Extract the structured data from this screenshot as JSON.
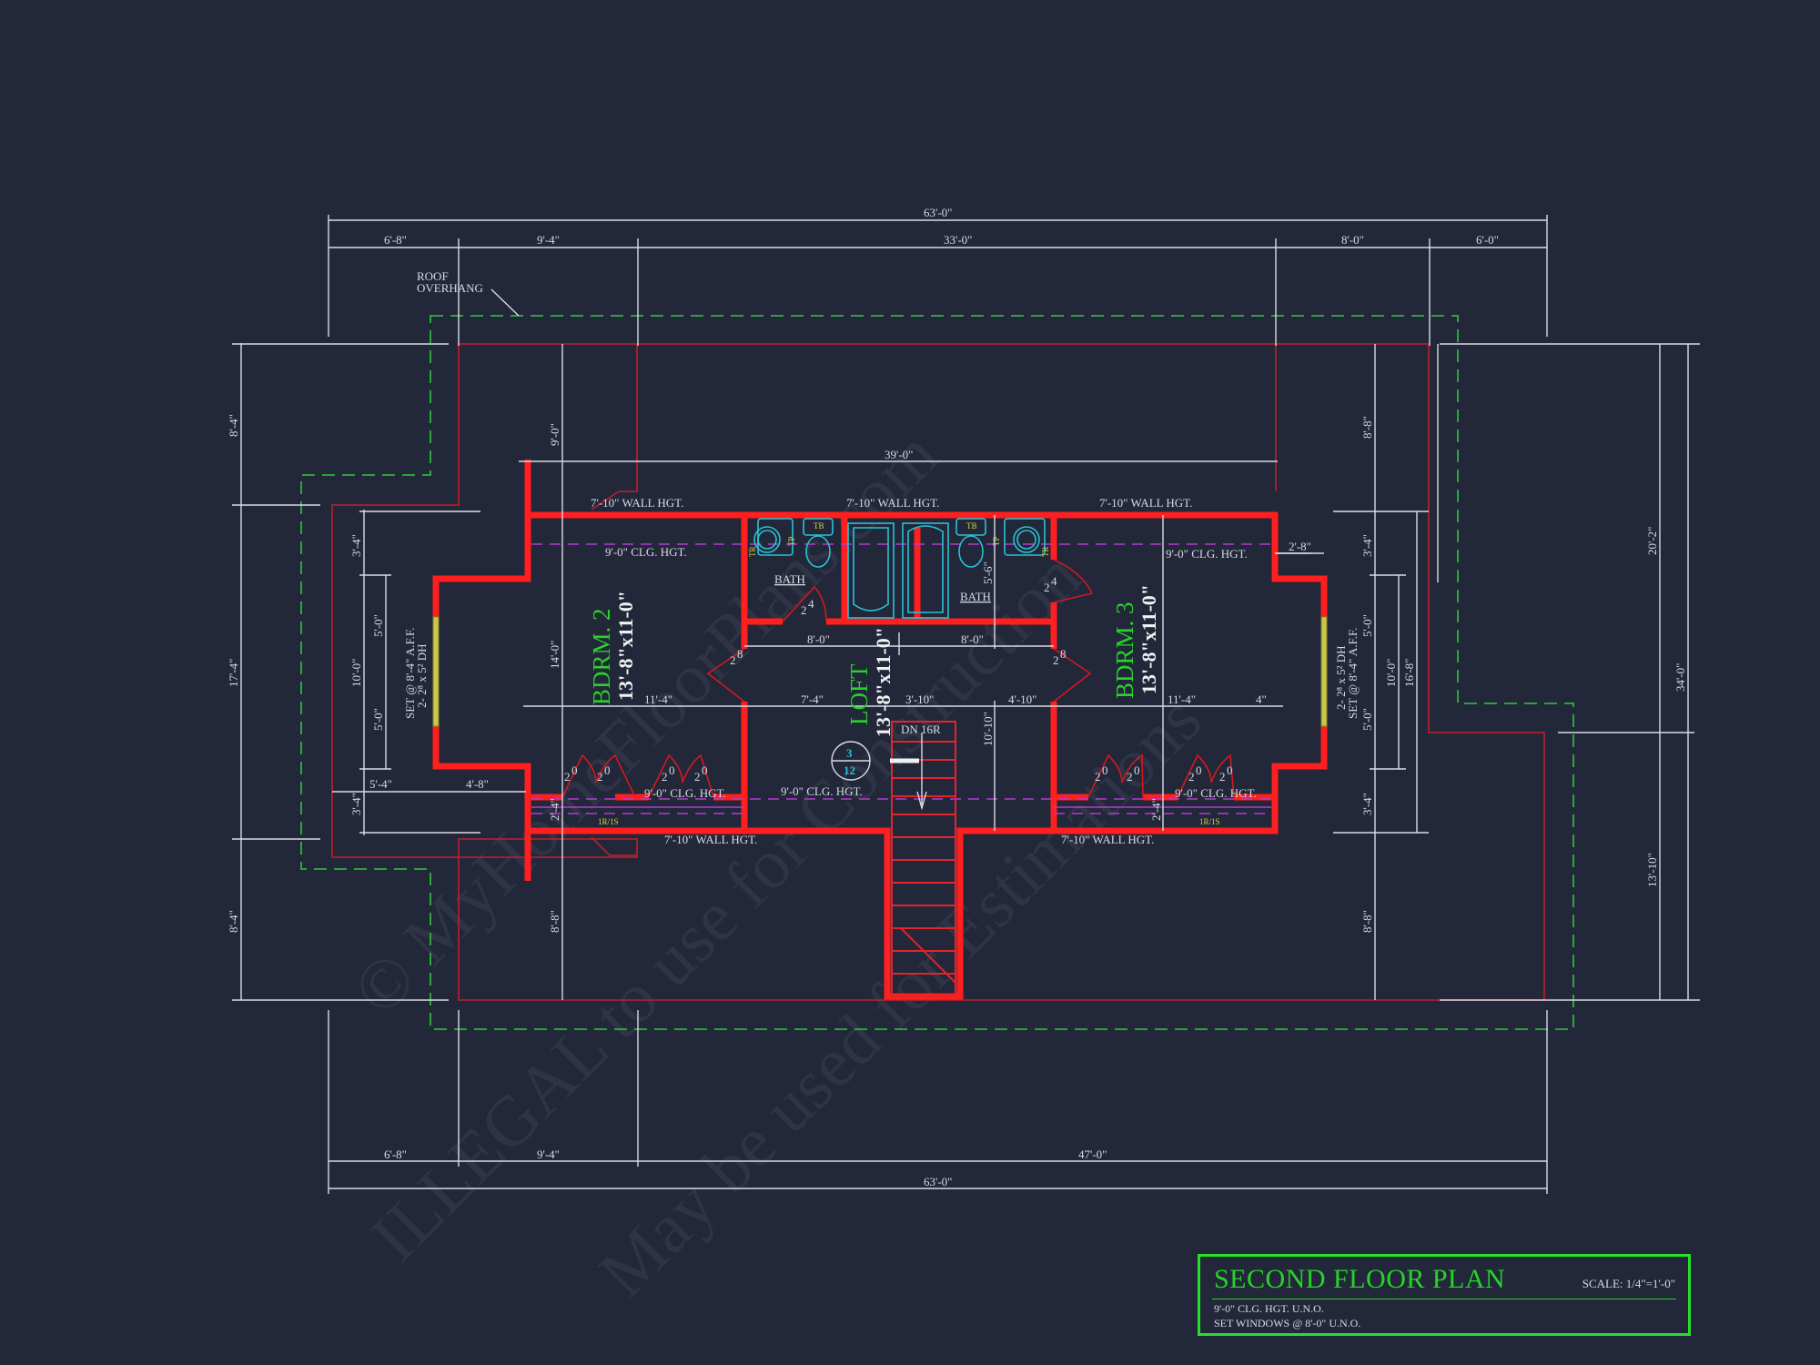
{
  "title_block": {
    "title": "SECOND FLOOR PLAN",
    "scale": "SCALE: 1/4\"=1'-0\"",
    "note1": "9'-0\" CLG. HGT. U.N.O.",
    "note2": "SET WINDOWS @ 8'-0\" U.N.O."
  },
  "colors": {
    "background": "#22273a",
    "walls": "#ff1f1f",
    "roof_overhang": "#2fb43a",
    "dimensions": "#d9dbe2",
    "room_names": "#29d229",
    "fixtures": "#27c3d2",
    "ceiling_lines": "#b43ccf"
  },
  "dimensions": {
    "top": {
      "overall": "63'-0\"",
      "segments": [
        "6'-8\"",
        "9'-4\"",
        "33'-0\"",
        "8'-0\"",
        "6'-0\""
      ]
    },
    "bottom": {
      "segments": [
        "6'-8\"",
        "9'-4\"",
        "47'-0\""
      ],
      "overall": "63'-0\""
    },
    "left_outer": [
      "8'-4\"",
      "17'-4\"",
      "8'-4\""
    ],
    "left_inner": [
      "3'-4\"",
      "10'-0\"",
      "3'-4\""
    ],
    "left_window": [
      "5'-0\"",
      "5'-0\""
    ],
    "left_jog": [
      "5'-4\"",
      "4'-8\""
    ],
    "right_outer": [
      "20'-2\"",
      "13'-10\""
    ],
    "right_overall": "34'-0\"",
    "right_inner": [
      "8'-8\"",
      "3'-4\"",
      "5'-0\"",
      "5'-0\"",
      "3'-4\"",
      "8'-8\""
    ],
    "right_window_total": "10'-0\"",
    "right_bump_total": "16'-8\"",
    "bump_depth": "2'-8\"",
    "interior_top": "39'-0\"",
    "upper_left_vertical": "9'-0\"",
    "bdrm2_vertical": "14'-0\"",
    "lower_left_vertical": "8'-8\"",
    "bath_hall": [
      "8'-0\"",
      "8'-0\""
    ],
    "bath_depth": "5'-6\"",
    "cross_row": [
      "11'-4\"",
      "7'-4\"",
      "3'-10\"",
      "4'-10\"",
      "11'-4\"",
      "4\""
    ],
    "loft_vertical": "10'-10\"",
    "closet_depth": "2'-4\""
  },
  "labels": {
    "roof_overhang": [
      "ROOF",
      "OVERHANG"
    ],
    "wall_height": "7'-10\" WALL HGT.",
    "ceiling_height": "9'-0\" CLG. HGT.",
    "stairs": "DN 16R",
    "roof_pitch_top": "3",
    "roof_pitch_bottom": "12",
    "shelf_rod": "1R/1S",
    "tb": "TB",
    "tp": "TP",
    "tr": "TR",
    "door_24": "2",
    "door_24_sup": "4",
    "door_28": "2",
    "door_28_sup": "8",
    "closet_door": "2",
    "closet_door_sup": "0",
    "window_left_1": "SET @ 8'-4\" A.F.F.",
    "window_left_2": "2- 2⁸ x 5² DH",
    "window_right_1": "2- 2⁸ x 5² DH",
    "window_right_2": "SET @ 8'-4\" A.F.F."
  },
  "rooms": [
    {
      "name": "BDRM. 2",
      "size": "13'-8\"x11-0\""
    },
    {
      "name": "LOFT",
      "size": "13'-8\"x11-0\""
    },
    {
      "name": "BDRM. 3",
      "size": "13'-8\"x11-0\""
    },
    {
      "name": "BATH"
    },
    {
      "name": "BATH"
    }
  ],
  "watermark": {
    "line1": "© MyHomeFloorPlans.com",
    "line2": "ILLEGAL to use for Construction",
    "line3": "May be used for Estimations"
  }
}
